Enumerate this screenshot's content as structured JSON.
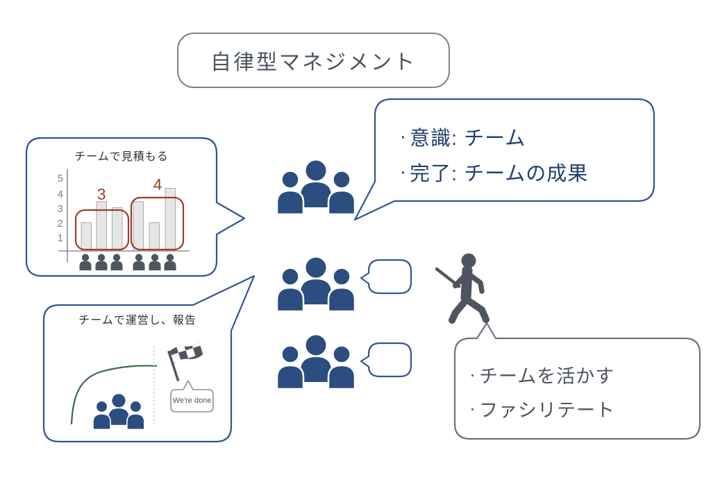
{
  "colors": {
    "blue_border": "#2e5597",
    "navy_text": "#21406f",
    "people_blue": "#2b4d80",
    "gray_icon": "#4d5660",
    "gray_border": "#6b737f",
    "red_annotation": "#a03a28",
    "green_curve": "#3a6b42",
    "bar_fill": "#e6e6e8"
  },
  "title": {
    "label": "自律型マネジメント"
  },
  "estimate_bubble": {
    "title": "チームで見積もる",
    "chart_data": {
      "type": "bar",
      "values": [
        2,
        3.4,
        3,
        3.4,
        2,
        4.3
      ],
      "yticks": [
        "5",
        "4",
        "3",
        "2",
        "1"
      ],
      "ylim": [
        0,
        5
      ],
      "grid": false,
      "groups": [
        {
          "label": "3"
        },
        {
          "label": "4"
        }
      ]
    }
  },
  "awareness_bubble": {
    "items": [
      {
        "bullet": "·",
        "text": "意識: チーム"
      },
      {
        "bullet": "·",
        "text": "完了: チームの成果"
      }
    ]
  },
  "facilitator_bubble": {
    "items": [
      {
        "bullet": "·",
        "text": "チームを活かす"
      },
      {
        "bullet": "·",
        "text": "ファシリテート"
      }
    ]
  },
  "report_bubble": {
    "title": "チームで運営し、報告",
    "done_label": "We're done"
  },
  "icons": {
    "team": "three-person-group",
    "facilitator": "walking-person-with-baton",
    "flag": "checkered-flag",
    "estimators": "person-bust"
  }
}
